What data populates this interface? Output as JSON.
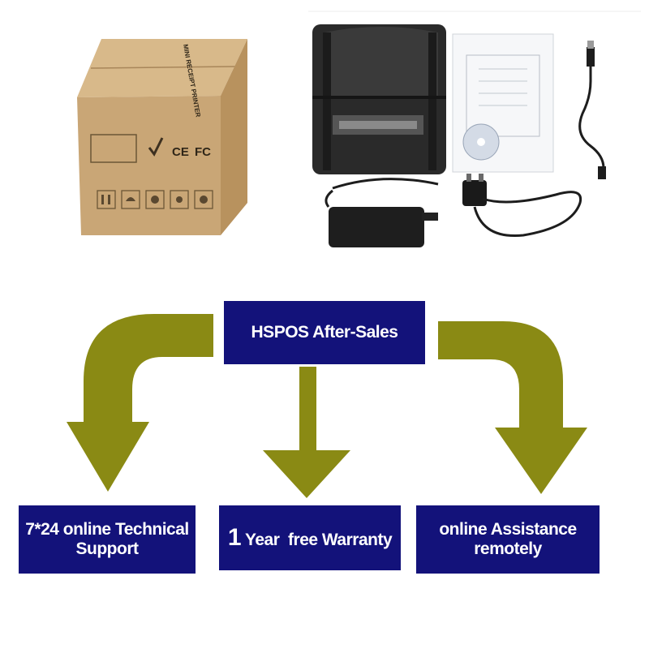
{
  "colors": {
    "box_fill": "#13127a",
    "box_text": "#ffffff",
    "arrow": "#8a8a14",
    "cardboard": "#c9a676",
    "printer": "#2c2c2c"
  },
  "box_print": {
    "side_text": "MINI RECEIPT PRINTER",
    "cert": [
      "CE",
      "FC"
    ]
  },
  "hub": {
    "label": "HSPOS After-Sales"
  },
  "branches": [
    {
      "lines": [
        "7*24 online Technical",
        "Support"
      ]
    },
    {
      "lead": "1",
      "rest": " Year  free Warranty"
    },
    {
      "lines": [
        "online Assistance",
        "remotely"
      ]
    }
  ]
}
